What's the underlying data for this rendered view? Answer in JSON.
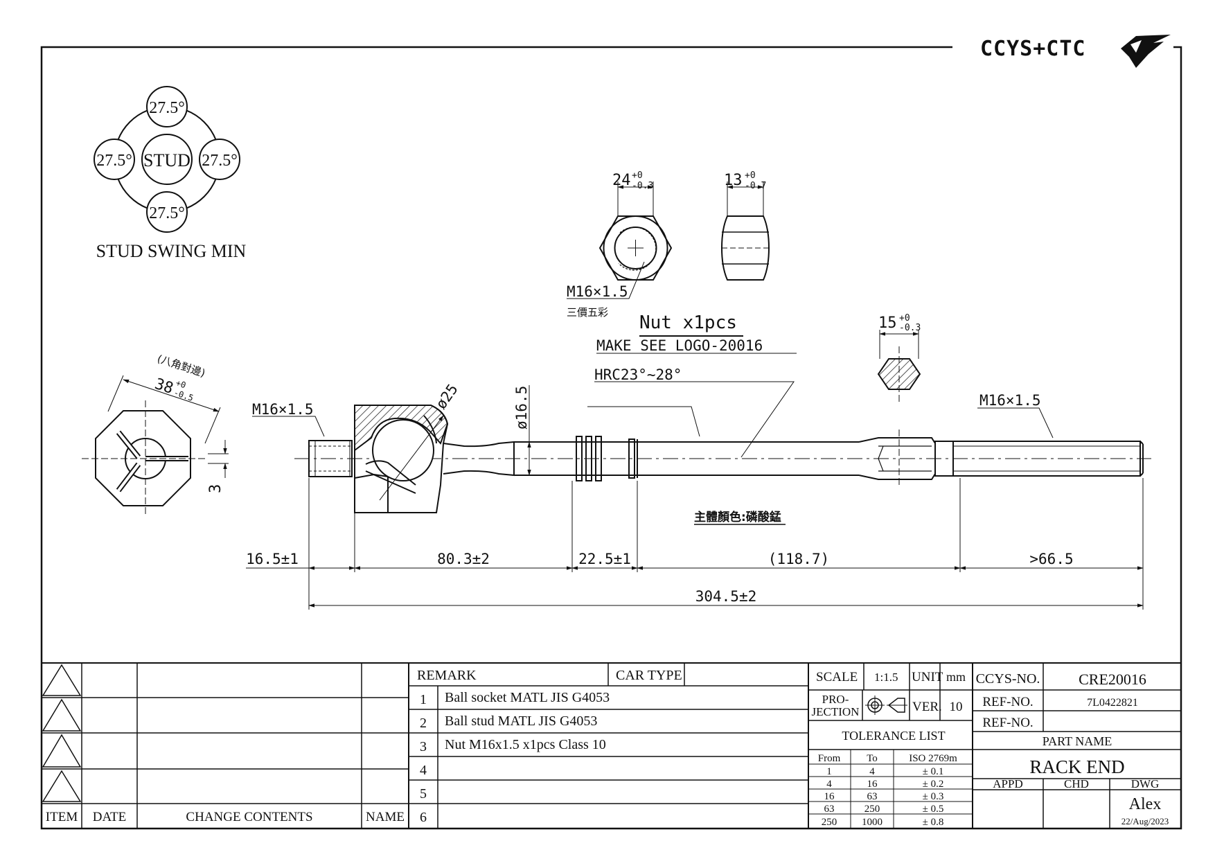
{
  "logo": {
    "text": "CCYS+CTC",
    "mark": "wing-logo"
  },
  "stud_swing": {
    "angles": [
      "27.5°",
      "27.5°",
      "27.5°",
      "27.5°"
    ],
    "center_label": "STUD",
    "caption": "STUD SWING MIN"
  },
  "nut": {
    "width_dim": "24",
    "width_tol_upper": "+0",
    "width_tol_lower": "-0.3",
    "height_dim": "13",
    "height_tol_upper": "+0",
    "height_tol_lower": "-0.7",
    "thread": "M16×1.5",
    "finish": "三價五彩",
    "title": "Nut x1pcs"
  },
  "hex_section": {
    "dim": "15",
    "tol_upper": "+0",
    "tol_lower": "-0.3"
  },
  "octagon_view": {
    "note": "(八角對邊)",
    "dim": "38",
    "tol_upper": "+0",
    "tol_lower": "-0.5",
    "slot_dim": "3"
  },
  "main_view": {
    "thread_left": "M16×1.5",
    "sphere_dia": "ø25",
    "shaft_dia": "ø16.5",
    "hardness": "HRC23°~28°",
    "logo_note": "MAKE SEE LOGO-20016",
    "thread_right": "M16×1.5",
    "body_color": "主體顏色:磷酸錳",
    "dims": [
      "16.5±1",
      "80.3±2",
      "22.5±1",
      "(118.7)",
      ">66.5"
    ],
    "overall": "304.5±2"
  },
  "revision_table": {
    "headers": [
      "ITEM",
      "DATE",
      "CHANGE CONTENTS",
      "NAME"
    ]
  },
  "remarks": {
    "header": "REMARK",
    "car_type_label": "CAR TYPE",
    "rows": [
      {
        "no": "1",
        "text": "Ball socket MATL JIS G4053"
      },
      {
        "no": "2",
        "text": "Ball stud MATL JIS G4053"
      },
      {
        "no": "3",
        "text": "Nut M16x1.5 x1pcs Class 10"
      },
      {
        "no": "4",
        "text": ""
      },
      {
        "no": "5",
        "text": ""
      },
      {
        "no": "6",
        "text": ""
      }
    ]
  },
  "title_block": {
    "scale_label": "SCALE",
    "scale": "1:1.5",
    "unit_label": "UNIT",
    "unit": "mm",
    "projection_label_1": "PRO-",
    "projection_label_2": "JECTION",
    "ver_label": "VER.",
    "ver": "10",
    "tolerance_title": "TOLERANCE LIST",
    "tolerance_headers": [
      "From",
      "To",
      "ISO 2769m"
    ],
    "tolerance_rows": [
      [
        "1",
        "4",
        "± 0.1"
      ],
      [
        "4",
        "16",
        "± 0.2"
      ],
      [
        "16",
        "63",
        "± 0.3"
      ],
      [
        "63",
        "250",
        "± 0.5"
      ],
      [
        "250",
        "1000",
        "± 0.8"
      ]
    ],
    "ccys_no_label": "CCYS-NO.",
    "ccys_no": "CRE20016",
    "ref_no_label": "REF-NO.",
    "ref_no": "7L0422821",
    "ref_no2_label": "REF-NO.",
    "ref_no2": "",
    "part_name_label": "PART NAME",
    "part_name": "RACK END",
    "appd_label": "APPD",
    "chd_label": "CHD",
    "dwg_label": "DWG",
    "drawn_by": "Alex",
    "date": "22/Aug/2023"
  }
}
